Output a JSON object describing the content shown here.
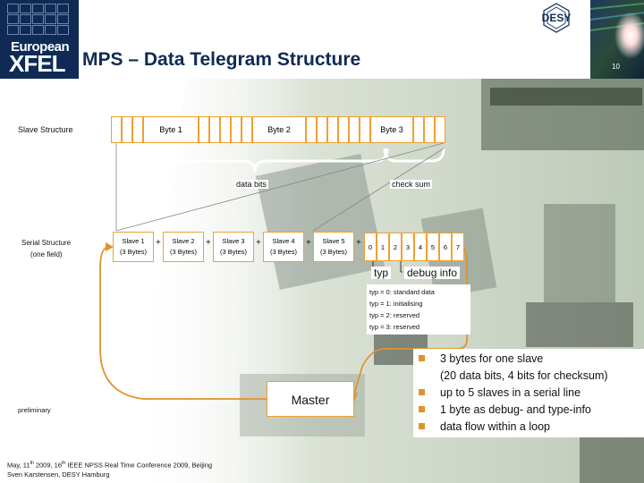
{
  "header": {
    "logo_line1": "European",
    "logo_line2": "XFEL",
    "title": "MPS – Data Telegram Structure",
    "partner_logo": "DESY",
    "page_number": "10"
  },
  "diagram": {
    "slave_structure_label": "Slave Structure",
    "bytes": [
      "Byte 1",
      "Byte 2",
      "Byte 3"
    ],
    "data_bits_label": "data bits",
    "check_sum_label": "check sum",
    "serial_structure_label": "Serial Structure",
    "serial_structure_sub": "(one field)",
    "slaves": [
      {
        "name": "Slave 1",
        "size": "(3 Bytes)"
      },
      {
        "name": "Slave 2",
        "size": "(3 Bytes)"
      },
      {
        "name": "Slave 3",
        "size": "(3 Bytes)"
      },
      {
        "name": "Slave 4",
        "size": "(3 Bytes)"
      },
      {
        "name": "Slave 5",
        "size": "(3 Bytes)"
      }
    ],
    "plus": "+",
    "bits": [
      "0",
      "1",
      "2",
      "3",
      "4",
      "5",
      "6",
      "7"
    ],
    "typ_label": "typ",
    "debug_label": "debug info",
    "typ_values": [
      "typ = 0: standard data",
      "typ = 1: initialising",
      "typ = 2: reserved",
      "typ = 3: reserved"
    ],
    "master_label": "Master",
    "preliminary_label": "preliminary"
  },
  "bullets": [
    {
      "text": "3 bytes for one slave",
      "cont": "(20 data bits, 4 bits for checksum)"
    },
    {
      "text": "up to 5 slaves in a serial line",
      "cont": ""
    },
    {
      "text": "1 byte as debug- and type-info",
      "cont": ""
    },
    {
      "text": "data flow within a loop",
      "cont": ""
    }
  ],
  "footer": {
    "line1_a": "May, 11",
    "line1_sup": "th",
    "line1_b": " 2009, 16",
    "line1_sup2": "th",
    "line1_c": " IEEE NPSS Real Time Conference 2009, Beijing",
    "line2": "Sven Karstensen, DESY Hamburg"
  },
  "colors": {
    "navy": "#0f2a55",
    "accent": "#f0a030",
    "bullet": "#e0932b"
  }
}
